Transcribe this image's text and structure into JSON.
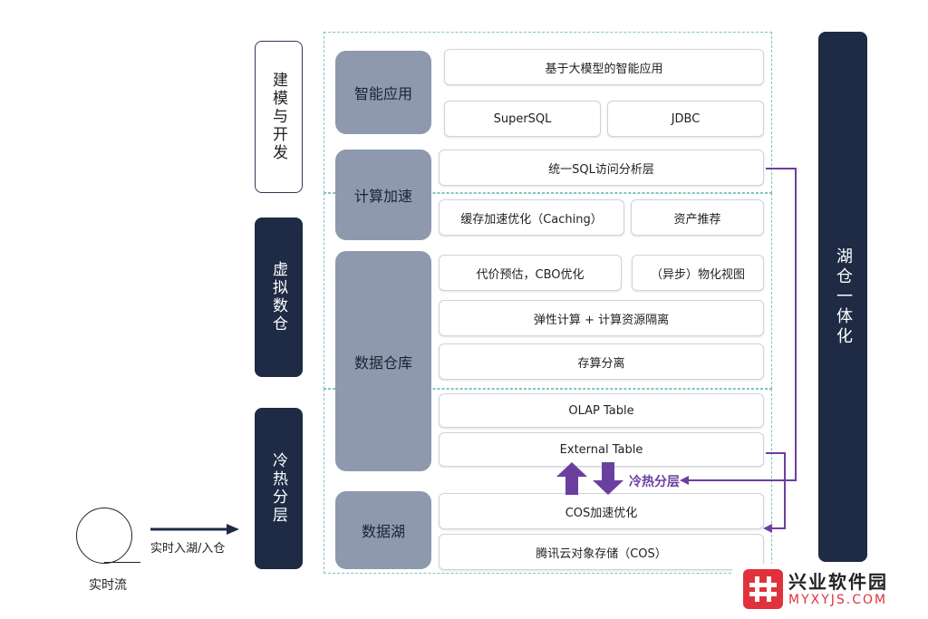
{
  "left_labels": {
    "modeling": "建模与开发",
    "virtual_warehouse": "虚拟数仓",
    "tiering": "冷热分层"
  },
  "stream": {
    "label": "实时流",
    "arrow_label": "实时入湖/入仓"
  },
  "categories": {
    "smart_apps": "智能应用",
    "compute_accel": "计算加速",
    "data_warehouse": "数据仓库",
    "data_lake": "数据湖"
  },
  "boxes": {
    "llm_apps": "基于大模型的智能应用",
    "supersql": "SuperSQL",
    "jdbc": "JDBC",
    "unified_sql": "统一SQL访问分析层",
    "cache_accel": "缓存加速优化（Caching）",
    "asset_recommend": "资产推荐",
    "cbo": "代价预估，CBO优化",
    "mat_view": "（异步）物化视图",
    "elastic_compute": "弹性计算 + 计算资源隔离",
    "storage_compute": "存算分离",
    "olap_table": "OLAP Table",
    "external_table": "External Table",
    "cos_accel": "COS加速优化",
    "cos_storage": "腾讯云对象存储（COS）"
  },
  "tiering_label": "冷热分层",
  "right_label": "湖仓一体化",
  "watermark": {
    "name": "兴业软件园",
    "url": "MYXYJS.COM"
  },
  "colors": {
    "dark_navy": "#1f2b45",
    "category_gray": "#8e99ad",
    "dashed_teal": "#7fc4c0",
    "purple": "#6b3fa0",
    "watermark_red": "#e0323c"
  }
}
